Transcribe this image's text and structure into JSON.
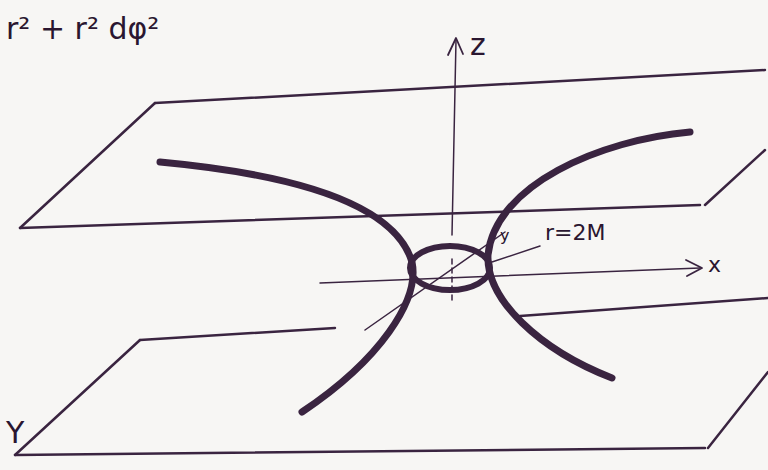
{
  "diagram": {
    "labels": [
      "r² + r² dφ²",
      "z",
      "y",
      "r=2M",
      "x",
      "Y"
    ]
  }
}
